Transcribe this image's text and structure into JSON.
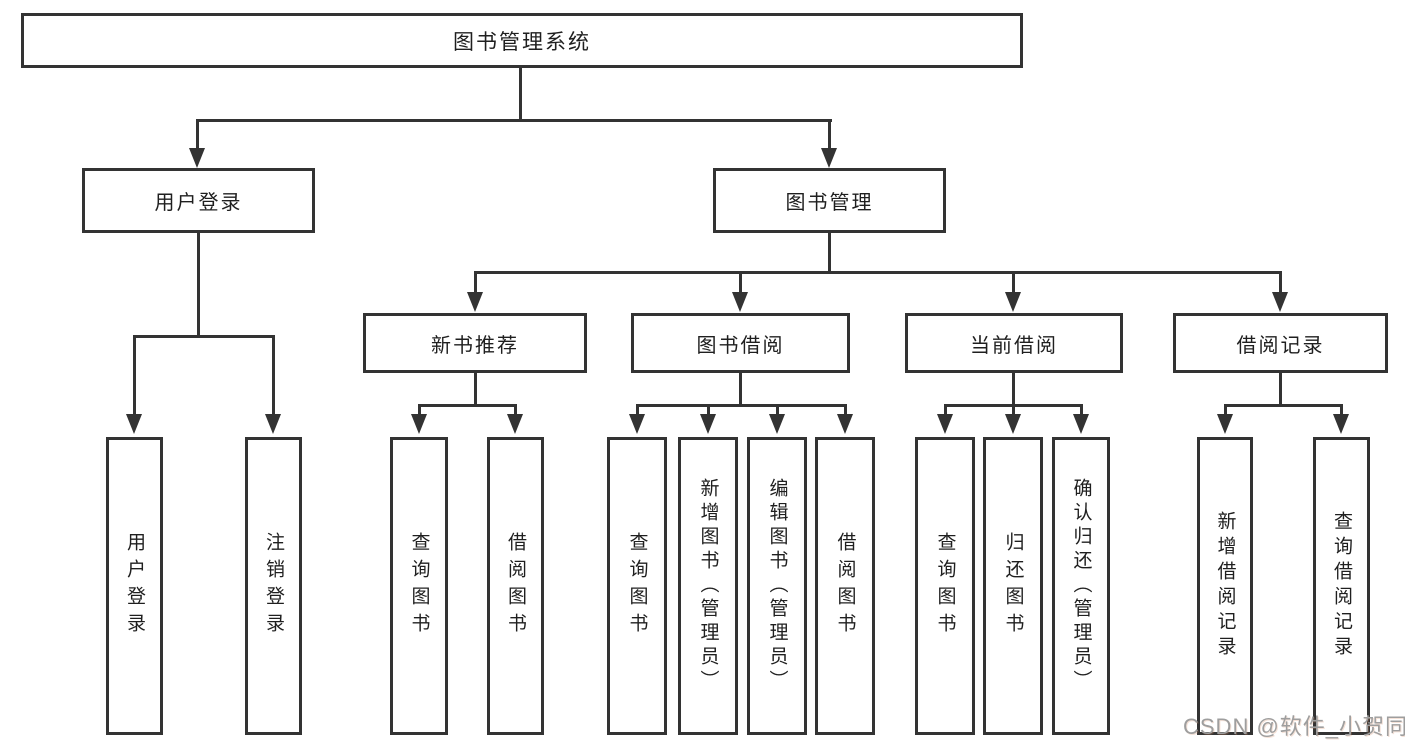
{
  "diagram": {
    "type": "hierarchy-tree",
    "root": {
      "label": "图书管理系统"
    },
    "level2": [
      {
        "id": "user-login",
        "label": "用户登录",
        "parent": "图书管理系统"
      },
      {
        "id": "book-management",
        "label": "图书管理",
        "parent": "图书管理系统"
      }
    ],
    "level3": [
      {
        "id": "new-book-recommend",
        "label": "新书推荐",
        "parent": "图书管理"
      },
      {
        "id": "book-borrow",
        "label": "图书借阅",
        "parent": "图书管理"
      },
      {
        "id": "current-borrow",
        "label": "当前借阅",
        "parent": "图书管理"
      },
      {
        "id": "borrow-record",
        "label": "借阅记录",
        "parent": "图书管理"
      }
    ],
    "leaves": [
      {
        "id": "leaf-user-login",
        "label": "用户登录",
        "parent": "用户登录"
      },
      {
        "id": "leaf-logout",
        "label": "注销登录",
        "parent": "用户登录"
      },
      {
        "id": "leaf-query-book-recommend",
        "label": "查询图书",
        "parent": "新书推荐"
      },
      {
        "id": "leaf-borrow-book-recommend",
        "label": "借阅图书",
        "parent": "新书推荐"
      },
      {
        "id": "leaf-query-book-borrow",
        "label": "查询图书",
        "parent": "图书借阅"
      },
      {
        "id": "leaf-add-book-admin",
        "label": "新增图书（管理员）",
        "parent": "图书借阅"
      },
      {
        "id": "leaf-edit-book-admin",
        "label": "编辑图书（管理员）",
        "parent": "图书借阅"
      },
      {
        "id": "leaf-borrow-book",
        "label": "借阅图书",
        "parent": "图书借阅"
      },
      {
        "id": "leaf-query-book-current",
        "label": "查询图书",
        "parent": "当前借阅"
      },
      {
        "id": "leaf-return-book",
        "label": "归还图书",
        "parent": "当前借阅"
      },
      {
        "id": "leaf-confirm-return-admin",
        "label": "确认归还（管理员）",
        "parent": "当前借阅"
      },
      {
        "id": "leaf-add-borrow-record",
        "label": "新增借阅记录",
        "parent": "借阅记录"
      },
      {
        "id": "leaf-query-borrow-record",
        "label": "查询借阅记录",
        "parent": "借阅记录"
      }
    ]
  },
  "watermark": {
    "text": "CSDN @软件_小贺同学",
    "color": "#9e9e9e"
  },
  "colors": {
    "background": "#ffffff",
    "line": "#333333",
    "box_border": "#333333",
    "text": "#1f1f1f"
  }
}
